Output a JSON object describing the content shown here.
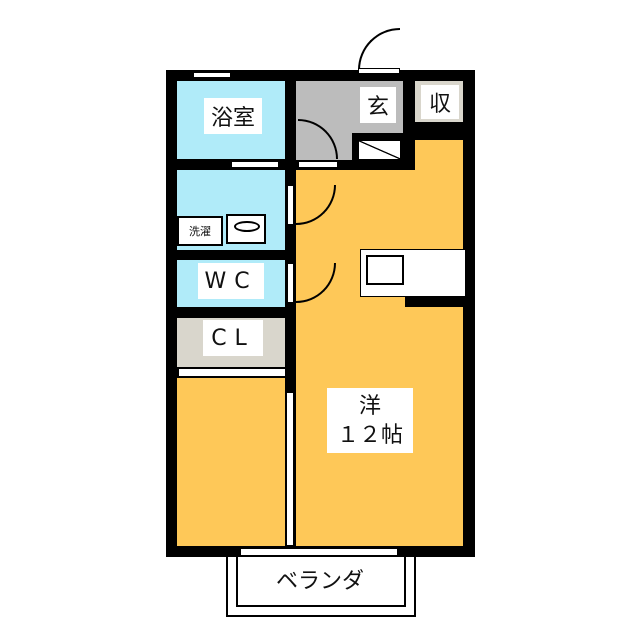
{
  "rooms": {
    "bath": "浴室",
    "entrance": "玄",
    "storage": "収",
    "laundry": "洗濯",
    "wc": "WC",
    "closet": "CL",
    "western_room": "洋",
    "western_room_size": "１２帖",
    "balcony": "ベランダ"
  },
  "colors": {
    "wet_area": "#b0ebf9",
    "living": "#fec858",
    "entry": "#bcbcbc",
    "storage": "#d9d6cc"
  }
}
